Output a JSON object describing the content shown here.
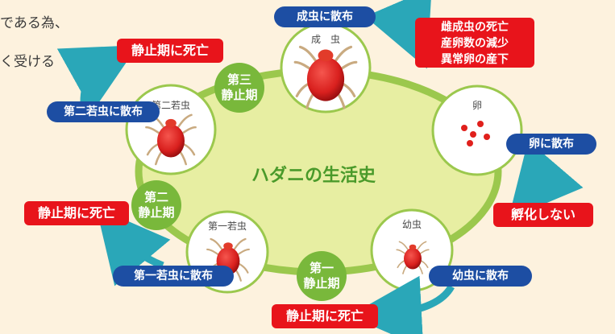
{
  "intro": {
    "line1": "である為、",
    "line2": "く受ける"
  },
  "title": "ハダニの生活史",
  "stages": {
    "adult": "成　虫",
    "egg": "卵",
    "larva": "幼虫",
    "first_nymph": "第一若虫",
    "second_nymph": "第二若虫"
  },
  "resting": {
    "third": [
      "第三",
      "静止期"
    ],
    "second": [
      "第二",
      "静止期"
    ],
    "first": [
      "第一",
      "静止期"
    ]
  },
  "spray": {
    "adult": "成虫に散布",
    "egg": "卵に散布",
    "larva": "幼虫に散布",
    "first_nymph": "第一若虫に散布",
    "second_nymph": "第二若虫に散布"
  },
  "effects": {
    "adult": [
      "雌成虫の死亡",
      "産卵数の減少",
      "異常卵の産下"
    ],
    "egg": "孵化しない",
    "death_top": "静止期に死亡",
    "death_left": "静止期に死亡",
    "death_bottom": "静止期に死亡"
  },
  "colors": {
    "spray_pill": "#1d4ea3",
    "effect_box": "#e8141b",
    "stage_green": "#79b83b",
    "arrow": "#2aa7b8",
    "mite_red": "#d9201e"
  }
}
